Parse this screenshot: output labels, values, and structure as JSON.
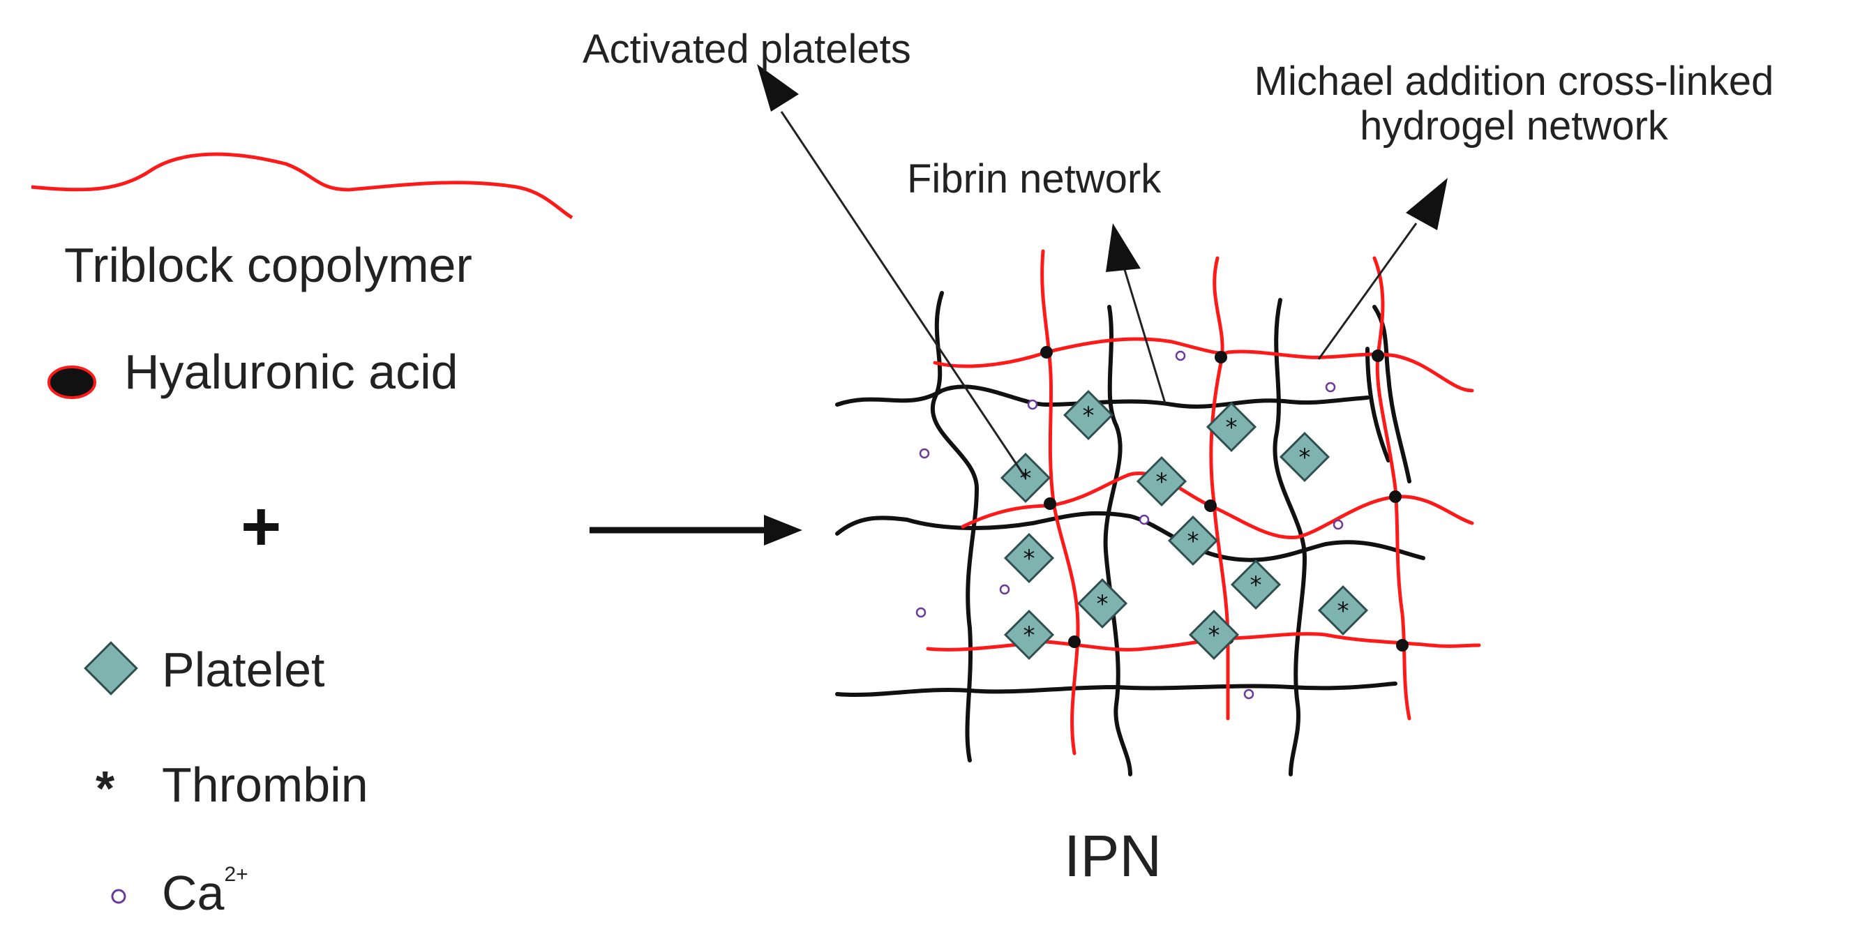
{
  "legend": {
    "triblock": "Triblock copolymer",
    "hyaluronic": "Hyaluronic acid",
    "plus": "+",
    "platelet": "Platelet",
    "thrombin": "Thrombin",
    "thrombin_symbol": "*",
    "calcium_base": "Ca",
    "calcium_sup": "2+"
  },
  "callouts": {
    "activated": "Activated platelets",
    "fibrin": "Fibrin network",
    "michael_line1": "Michael addition cross-linked",
    "michael_line2": "hydrogel network"
  },
  "result_label": "IPN",
  "colors": {
    "hydrogel_red": "#ff1a1a",
    "fibrin_black": "#111111",
    "platelet_fill": "#7fb3b0",
    "platelet_stroke": "#2f4f4f"
  }
}
